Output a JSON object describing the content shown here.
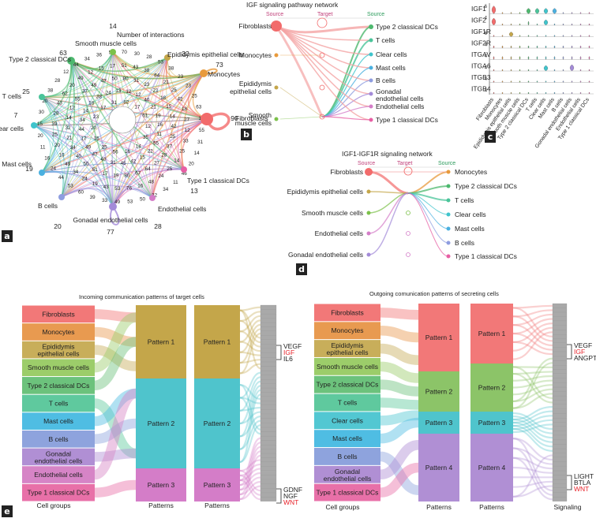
{
  "panel_a": {
    "tag": "a",
    "title": "Number of interactions",
    "nodes": [
      {
        "name": "Smooth muscle cells",
        "count": "14",
        "color": "#7cc14a"
      },
      {
        "name": "Epididymis epithelial cells",
        "count": "32",
        "color": "#c4a64a"
      },
      {
        "name": "Monocytes",
        "count": "73",
        "color": "#e89a3c"
      },
      {
        "name": "Fibroblasts",
        "count": "90",
        "color": "#f26b6b"
      },
      {
        "name": "Type 1 classical DCs",
        "count": "13",
        "color": "#e75fa4"
      },
      {
        "name": "Endothelial cells",
        "count": "28",
        "color": "#d47dc8"
      },
      {
        "name": "Gonadal endothelial cells",
        "count": "77",
        "color": "#a38ad8"
      },
      {
        "name": "B cells",
        "count": "20",
        "color": "#8e9de0"
      },
      {
        "name": "Mast cells",
        "count": "19",
        "color": "#4ab0e0"
      },
      {
        "name": "Clear cells",
        "count": "7",
        "color": "#3fc4cc"
      },
      {
        "name": "T cells",
        "count": "25",
        "color": "#4ac49a"
      },
      {
        "name": "Type 2 classical DCs",
        "count": "63",
        "color": "#4db86e"
      }
    ],
    "edge_labels": [
      "30",
      "28",
      "53",
      "38",
      "23",
      "23",
      "25",
      "63",
      "14",
      "55",
      "31",
      "14",
      "20",
      "46",
      "11",
      "34",
      "32",
      "50",
      "53",
      "49",
      "33",
      "39",
      "60",
      "53",
      "44",
      "24",
      "16",
      "11",
      "20",
      "15",
      "30",
      "20",
      "38",
      "28",
      "12",
      "44",
      "34",
      "36",
      "57",
      "70",
      "51",
      "43",
      "38",
      "64",
      "21",
      "25",
      "42",
      "18",
      "27",
      "12",
      "33",
      "25",
      "14",
      "25",
      "24",
      "48",
      "16",
      "76",
      "53",
      "43",
      "19",
      "24",
      "34",
      "49",
      "10",
      "20",
      "25",
      "39",
      "28",
      "43",
      "62",
      "20",
      "49",
      "12",
      "15",
      "17",
      "31",
      "23",
      "21",
      "18",
      "15",
      "14",
      "42",
      "25",
      "37",
      "28",
      "27",
      "64",
      "67",
      "80",
      "19",
      "17",
      "51",
      "50",
      "40",
      "34",
      "21",
      "32",
      "14",
      "12",
      "55",
      "37",
      "49",
      "47",
      "50",
      "80",
      "12",
      "12",
      "40",
      "21",
      "19",
      "16",
      "11",
      "55",
      "22",
      "15",
      "42",
      "45",
      "31",
      "40",
      "47",
      "49",
      "17",
      "44",
      "34",
      "14",
      "18",
      "38",
      "24",
      "13",
      "62",
      "17",
      "61",
      "12",
      "35",
      "14",
      "16",
      "56",
      "25",
      "15",
      "20",
      "23",
      "17",
      "31",
      "12",
      "45",
      "32",
      "11",
      "10",
      "11",
      "39",
      "52",
      "24",
      "15"
    ]
  },
  "panel_b": {
    "tag": "b",
    "title": "IGF signaling pathway network",
    "headers": [
      "Source",
      "Target",
      "Source"
    ],
    "left": [
      "Fibroblasts",
      "Monocytes",
      "Epididymis epithelial cells",
      "Smooth muscle cells"
    ],
    "right": [
      "Type 2 classical DCs",
      "T cells",
      "Clear cells",
      "Mast cells",
      "B cells",
      "Gonadal endothelial cells",
      "Endothelial cells",
      "Type 1 classical DCs"
    ]
  },
  "panel_c": {
    "tag": "c",
    "genes": [
      "IGF1",
      "IGF2",
      "IGF1R",
      "IGF2R",
      "ITGAV",
      "ITGA6",
      "ITGB3",
      "ITGB4"
    ],
    "scale_values": [
      "6",
      "4",
      "6",
      "4",
      "4",
      "4",
      "4",
      "4"
    ],
    "cells": [
      "Fibroblasts",
      "Monocytes",
      "Epididymis epithelial cells",
      "Smooth muscle cells",
      "Type 2 classical DCs",
      "T cells",
      "Clear cells",
      "Mast cells",
      "B cells",
      "Gonadal endothelial cells",
      "Endothelial cells",
      "Type 1 classical DCs"
    ]
  },
  "panel_d": {
    "tag": "d",
    "title": "IGF1-IGF1R signaling network",
    "headers": [
      "Source",
      "Target",
      "Source"
    ],
    "left": [
      "Fibroblasts",
      "Epididymis epithelial cells",
      "Smooth muscle cells",
      "Endothelial cells",
      "Gonadal endothelial cells"
    ],
    "right": [
      "Monocytes",
      "Type 2 classical DCs",
      "T cells",
      "Clear cells",
      "Mast cells",
      "B cells",
      "Type 1 classical DCs"
    ]
  },
  "panel_e": {
    "tag": "e",
    "incoming_title": "Incoming communication patterns of target cells",
    "outgoing_title": "Outgoing comunication patterns of secreting cells",
    "incoming_cells": [
      "Fibroblasts",
      "Monocytes",
      "Epididymis epithelial cells",
      "Smooth muscle cells",
      "Type 2 classical DCs",
      "T cells",
      "Mast cells",
      "B cells",
      "Gonadal endothelial cells",
      "Endothelial cells",
      "Type 1 classical DCs"
    ],
    "outgoing_cells": [
      "Fibroblasts",
      "Monocytes",
      "Epididymis epithelial cells",
      "Smooth muscle cells",
      "Type 2 classical DCs",
      "T cells",
      "Clear cells",
      "Mast cells",
      "B cells",
      "Gonadal endothelial cells",
      "Type 1 classical DCs"
    ],
    "incoming_patterns": [
      "Pattern 1",
      "Pattern 2",
      "Pattern 3"
    ],
    "outgoing_patterns": [
      "Pattern 1",
      "Pattern 2",
      "Pattern 3",
      "Pattern 4"
    ],
    "axis_cell_groups": "Cell groups",
    "axis_patterns": "Patterns",
    "axis_signaling": "Signaling",
    "incoming_callouts_top": [
      "VEGF",
      "IGF",
      "IL6"
    ],
    "incoming_callouts_bottom": [
      "GDNF",
      "NGF",
      "WNT"
    ],
    "outgoing_callouts_top": [
      "VEGF",
      "IGF",
      "ANGPT"
    ],
    "outgoing_callouts_bottom": [
      "LIGHT",
      "BTLA",
      "WNT"
    ],
    "highlight_color": "#e8222a"
  }
}
